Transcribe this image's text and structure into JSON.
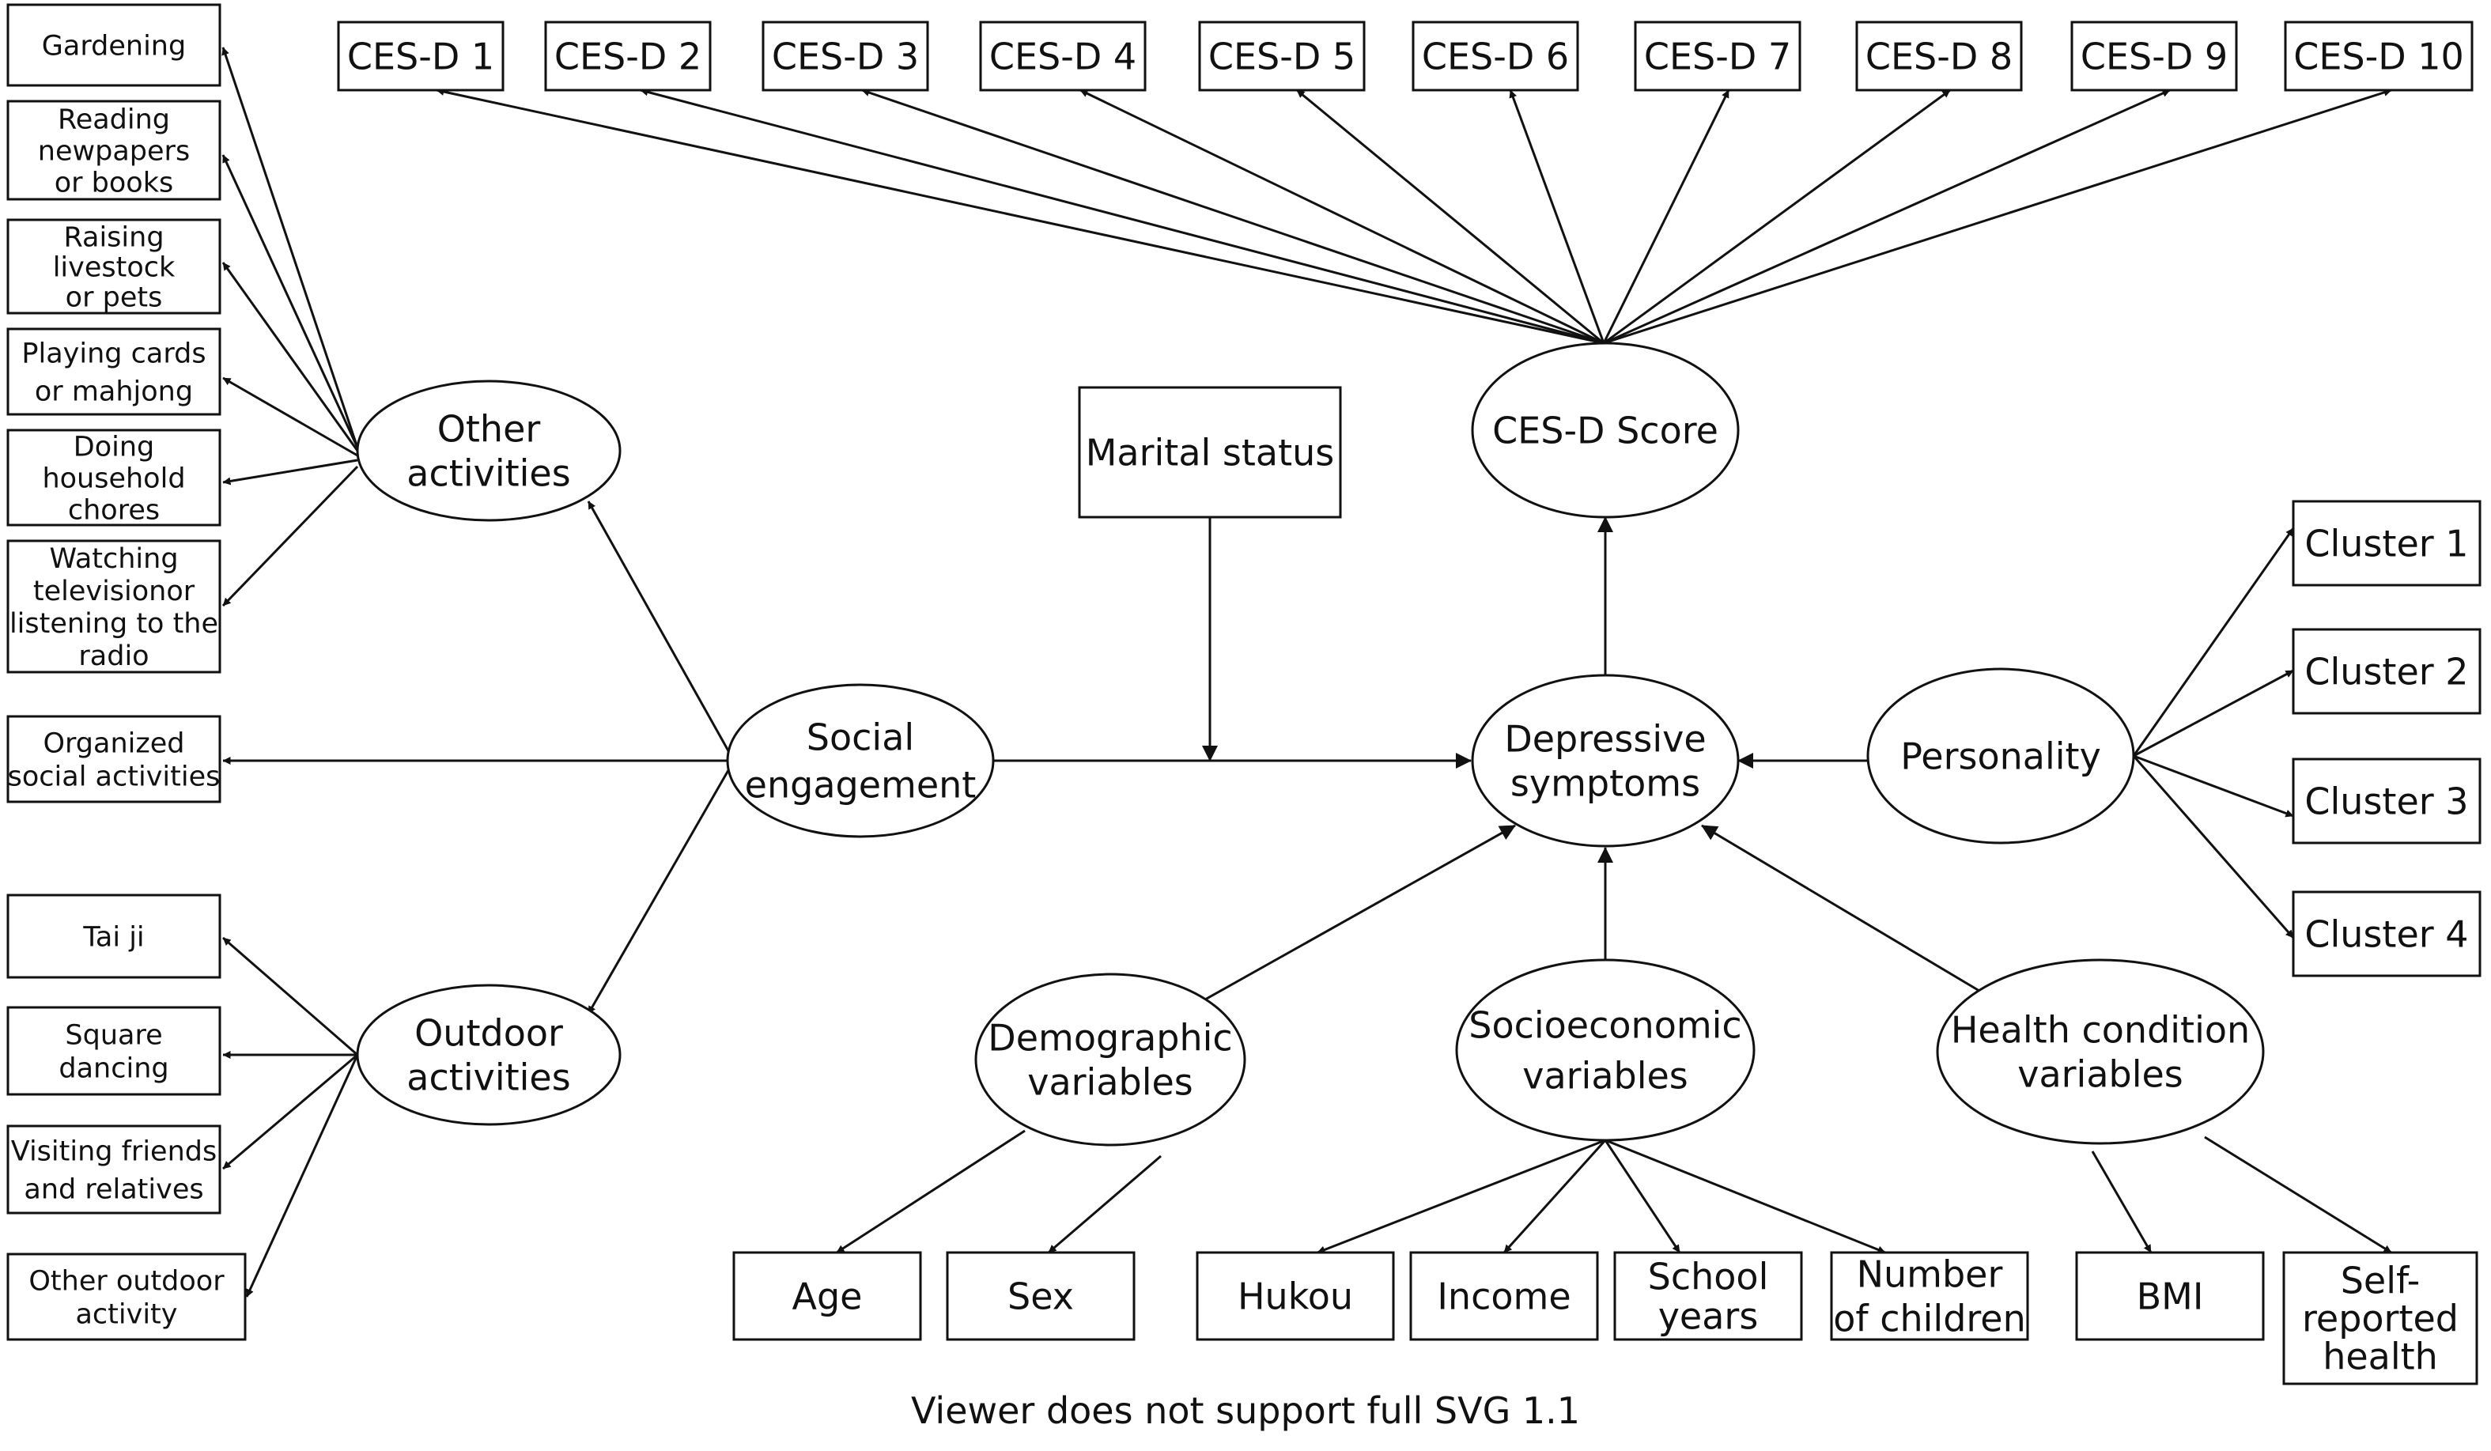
{
  "diagram": {
    "nodes": [
      {
        "id": "ces1",
        "shape": "rect",
        "lines": [
          "CES-D 1"
        ]
      },
      {
        "id": "ces2",
        "shape": "rect",
        "lines": [
          "CES-D 2"
        ]
      },
      {
        "id": "ces3",
        "shape": "rect",
        "lines": [
          "CES-D 3"
        ]
      },
      {
        "id": "ces4",
        "shape": "rect",
        "lines": [
          "CES-D 4"
        ]
      },
      {
        "id": "ces5",
        "shape": "rect",
        "lines": [
          "CES-D 5"
        ]
      },
      {
        "id": "ces6",
        "shape": "rect",
        "lines": [
          "CES-D 6"
        ]
      },
      {
        "id": "ces7",
        "shape": "rect",
        "lines": [
          "CES-D 7"
        ]
      },
      {
        "id": "ces8",
        "shape": "rect",
        "lines": [
          "CES-D 8"
        ]
      },
      {
        "id": "ces9",
        "shape": "rect",
        "lines": [
          "CES-D 9"
        ]
      },
      {
        "id": "ces10",
        "shape": "rect",
        "lines": [
          "CES-D 10"
        ]
      },
      {
        "id": "gardening",
        "shape": "rect",
        "lines": [
          "Gardening"
        ]
      },
      {
        "id": "reading",
        "shape": "rect",
        "lines": [
          "Reading",
          "newpapers",
          "or books"
        ]
      },
      {
        "id": "livestock",
        "shape": "rect",
        "lines": [
          "Raising",
          "livestock",
          "or pets"
        ]
      },
      {
        "id": "cards",
        "shape": "rect",
        "lines": [
          "Playing cards",
          "or mahjong"
        ]
      },
      {
        "id": "chores",
        "shape": "rect",
        "lines": [
          "Doing",
          "household",
          "chores"
        ]
      },
      {
        "id": "tv",
        "shape": "rect",
        "lines": [
          "Watching",
          "televisionor",
          "listening to the",
          "radio"
        ]
      },
      {
        "id": "organized",
        "shape": "rect",
        "lines": [
          "Organized",
          "social activities"
        ]
      },
      {
        "id": "taiji",
        "shape": "rect",
        "lines": [
          "Tai ji"
        ]
      },
      {
        "id": "square",
        "shape": "rect",
        "lines": [
          "Square",
          "dancing"
        ]
      },
      {
        "id": "visiting",
        "shape": "rect",
        "lines": [
          "Visiting friends",
          "and relatives"
        ]
      },
      {
        "id": "otheroutdoor",
        "shape": "rect",
        "lines": [
          "Other outdoor",
          "activity"
        ]
      },
      {
        "id": "marital",
        "shape": "rect",
        "lines": [
          "Marital status"
        ]
      },
      {
        "id": "cluster1",
        "shape": "rect",
        "lines": [
          "Cluster 1"
        ]
      },
      {
        "id": "cluster2",
        "shape": "rect",
        "lines": [
          "Cluster 2"
        ]
      },
      {
        "id": "cluster3",
        "shape": "rect",
        "lines": [
          "Cluster 3"
        ]
      },
      {
        "id": "cluster4",
        "shape": "rect",
        "lines": [
          "Cluster 4"
        ]
      },
      {
        "id": "age",
        "shape": "rect",
        "lines": [
          "Age"
        ]
      },
      {
        "id": "sex",
        "shape": "rect",
        "lines": [
          "Sex"
        ]
      },
      {
        "id": "hukou",
        "shape": "rect",
        "lines": [
          "Hukou"
        ]
      },
      {
        "id": "income",
        "shape": "rect",
        "lines": [
          "Income"
        ]
      },
      {
        "id": "schoolyears",
        "shape": "rect",
        "lines": [
          "School",
          "years"
        ]
      },
      {
        "id": "children",
        "shape": "rect",
        "lines": [
          "Number",
          "of children"
        ]
      },
      {
        "id": "bmi",
        "shape": "rect",
        "lines": [
          "BMI"
        ]
      },
      {
        "id": "selfhealth",
        "shape": "rect",
        "lines": [
          "Self-",
          "reported",
          "health"
        ]
      },
      {
        "id": "other_act",
        "shape": "ellipse",
        "lines": [
          "Other",
          "activities"
        ]
      },
      {
        "id": "outdoor_act",
        "shape": "ellipse",
        "lines": [
          "Outdoor",
          "activities"
        ]
      },
      {
        "id": "social",
        "shape": "ellipse",
        "lines": [
          "Social",
          "engagement"
        ]
      },
      {
        "id": "cesd_score",
        "shape": "ellipse",
        "lines": [
          "CES-D Score"
        ]
      },
      {
        "id": "depressive",
        "shape": "ellipse",
        "lines": [
          "Depressive",
          "symptoms"
        ]
      },
      {
        "id": "personality",
        "shape": "ellipse",
        "lines": [
          "Personality"
        ]
      },
      {
        "id": "demographic",
        "shape": "ellipse",
        "lines": [
          "Demographic",
          "variables"
        ]
      },
      {
        "id": "socioeconomic",
        "shape": "ellipse",
        "lines": [
          "Socioeconomic",
          "variables"
        ]
      },
      {
        "id": "health",
        "shape": "ellipse",
        "lines": [
          "Health condition",
          "variables"
        ]
      }
    ],
    "edges": [
      {
        "from": "cesd_score",
        "to": "ces1"
      },
      {
        "from": "cesd_score",
        "to": "ces2"
      },
      {
        "from": "cesd_score",
        "to": "ces3"
      },
      {
        "from": "cesd_score",
        "to": "ces4"
      },
      {
        "from": "cesd_score",
        "to": "ces5"
      },
      {
        "from": "cesd_score",
        "to": "ces6"
      },
      {
        "from": "cesd_score",
        "to": "ces7"
      },
      {
        "from": "cesd_score",
        "to": "ces8"
      },
      {
        "from": "cesd_score",
        "to": "ces9"
      },
      {
        "from": "cesd_score",
        "to": "ces10"
      },
      {
        "from": "other_act",
        "to": "gardening"
      },
      {
        "from": "other_act",
        "to": "reading"
      },
      {
        "from": "other_act",
        "to": "livestock"
      },
      {
        "from": "other_act",
        "to": "cards"
      },
      {
        "from": "other_act",
        "to": "chores"
      },
      {
        "from": "other_act",
        "to": "tv"
      },
      {
        "from": "social",
        "to": "other_act"
      },
      {
        "from": "social",
        "to": "organized"
      },
      {
        "from": "social",
        "to": "outdoor_act"
      },
      {
        "from": "outdoor_act",
        "to": "taiji"
      },
      {
        "from": "outdoor_act",
        "to": "square"
      },
      {
        "from": "outdoor_act",
        "to": "visiting"
      },
      {
        "from": "outdoor_act",
        "to": "otheroutdoor"
      },
      {
        "from": "social",
        "to": "depressive"
      },
      {
        "from": "marital",
        "to": "social_depressive_path"
      },
      {
        "from": "depressive",
        "to": "cesd_score"
      },
      {
        "from": "personality",
        "to": "depressive"
      },
      {
        "from": "personality",
        "to": "cluster1"
      },
      {
        "from": "personality",
        "to": "cluster2"
      },
      {
        "from": "personality",
        "to": "cluster3"
      },
      {
        "from": "personality",
        "to": "cluster4"
      },
      {
        "from": "demographic",
        "to": "depressive"
      },
      {
        "from": "socioeconomic",
        "to": "depressive"
      },
      {
        "from": "health",
        "to": "depressive"
      },
      {
        "from": "demographic",
        "to": "age"
      },
      {
        "from": "demographic",
        "to": "sex"
      },
      {
        "from": "socioeconomic",
        "to": "hukou"
      },
      {
        "from": "socioeconomic",
        "to": "income"
      },
      {
        "from": "socioeconomic",
        "to": "schoolyears"
      },
      {
        "from": "socioeconomic",
        "to": "children"
      },
      {
        "from": "health",
        "to": "bmi"
      },
      {
        "from": "health",
        "to": "selfhealth"
      }
    ]
  },
  "footer": {
    "text": "Viewer does not support full SVG 1.1"
  }
}
